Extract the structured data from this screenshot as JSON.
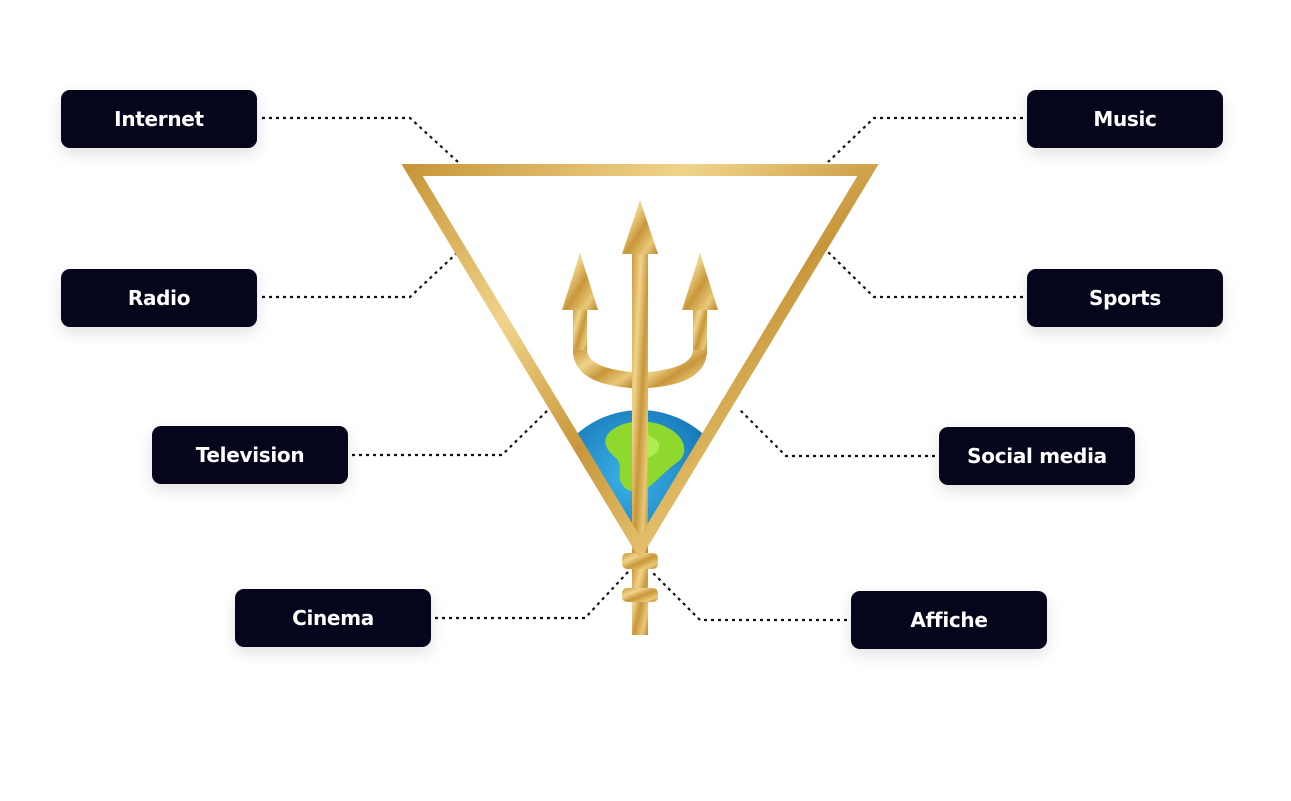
{
  "labels": {
    "internet": "Internet",
    "radio": "Radio",
    "television": "Television",
    "cinema": "Cinema",
    "music": "Music",
    "sports": "Sports",
    "social_media": "Social media",
    "affiche": "Affiche"
  },
  "colors": {
    "label_background": "#05051c",
    "label_text": "#ffffff",
    "gold": "#d4a84b",
    "globe_ocean": "#1677b8",
    "globe_land": "#8fd92f",
    "connector": "#111111"
  },
  "icons": [
    "triangle-frame-icon",
    "trident-icon",
    "globe-icon"
  ]
}
